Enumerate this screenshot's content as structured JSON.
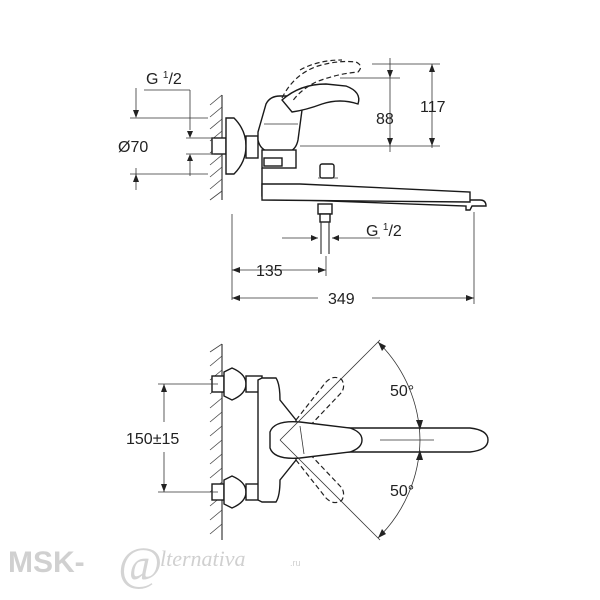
{
  "side_view": {
    "thread_top": {
      "prefix": "G ",
      "sup": "1",
      "sub": "/2"
    },
    "diameter": "Ø70",
    "dim_88": "88",
    "dim_117": "117",
    "thread_bottom": {
      "prefix": "G ",
      "sup": "1",
      "sub": "/2"
    },
    "dim_135": "135",
    "dim_349": "349"
  },
  "top_view": {
    "dim_150": "150±15",
    "angle_top": "50°",
    "angle_bottom": "50°"
  },
  "watermark": {
    "main": "MSK-",
    "at_symbol": "@",
    "script": "lternativa",
    "suffix": ".ru"
  }
}
